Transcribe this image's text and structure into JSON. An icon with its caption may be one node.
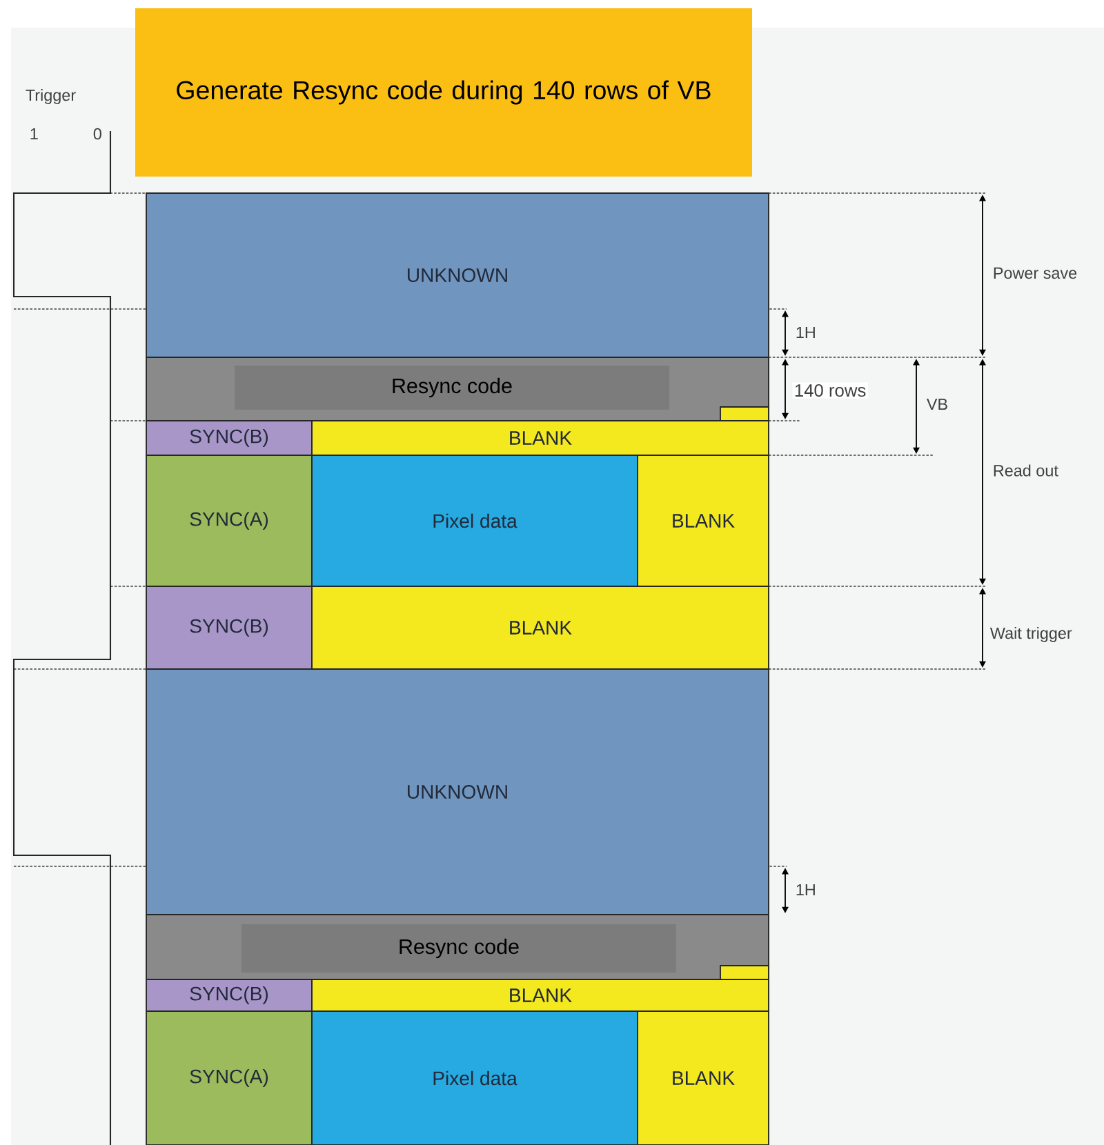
{
  "diagram": {
    "nodes": [
      {
        "text": [
          "Generate Resync code during 140 rows of VB"
        ]
      },
      {
        "text": [
          "UNKNOWN"
        ]
      },
      {
        "text": [
          "Resync code"
        ]
      },
      {
        "text": [],
        "shape": "box",
        "in": 2
      },
      {
        "text": [
          "SYNC(B)"
        ]
      },
      {
        "text": [
          "BLANK"
        ]
      },
      {
        "text": [
          "SYNC(A)"
        ]
      },
      {
        "text": [
          "Pixel data"
        ]
      },
      {
        "text": [
          "BLANK"
        ]
      },
      {
        "text": [
          "SYNC(B)"
        ]
      },
      {
        "text": [
          "BLANK"
        ]
      },
      {
        "text": [
          "UNKNOWN"
        ]
      },
      {
        "text": [
          "Resync code"
        ]
      },
      {
        "text": [],
        "shape": "box",
        "in": 12
      },
      {
        "text": [
          "SYNC(B)"
        ]
      },
      {
        "text": [
          "BLANK"
        ]
      },
      {
        "text": [
          "SYNC(A)"
        ]
      },
      {
        "text": [
          "Pixel data"
        ]
      },
      {
        "text": [
          "BLANK"
        ]
      }
    ],
    "labels": [
      "Trigger",
      "1",
      "0",
      "Power save",
      "1H",
      "140 rows",
      "VB",
      "Read out",
      "Wait trigger",
      "1H"
    ]
  }
}
